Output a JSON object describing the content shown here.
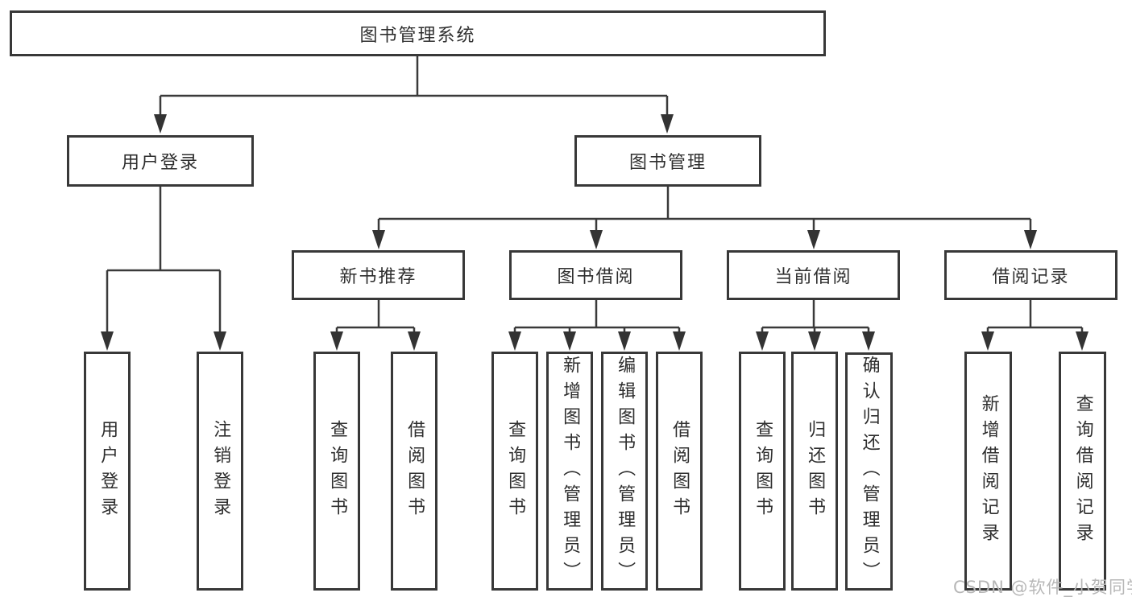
{
  "diagram_title": "图书管理系统",
  "tree": {
    "label": "图书管理系统",
    "children": [
      {
        "label": "用户登录",
        "children": [
          {
            "label": "用户登录"
          },
          {
            "label": "注销登录"
          }
        ]
      },
      {
        "label": "图书管理",
        "children": [
          {
            "label": "新书推荐",
            "children": [
              {
                "label": "查询图书"
              },
              {
                "label": "借阅图书"
              }
            ]
          },
          {
            "label": "图书借阅",
            "children": [
              {
                "label": "查询图书"
              },
              {
                "label": "新增图书（管理员）"
              },
              {
                "label": "编辑图书（管理员）"
              },
              {
                "label": "借阅图书"
              }
            ]
          },
          {
            "label": "当前借阅",
            "children": [
              {
                "label": "查询图书"
              },
              {
                "label": "归还图书"
              },
              {
                "label": "确认归还（管理员）"
              }
            ]
          },
          {
            "label": "借阅记录",
            "children": [
              {
                "label": "新增借阅记录"
              },
              {
                "label": "查询借阅记录"
              }
            ]
          }
        ]
      }
    ]
  },
  "watermark": "CSDN @软件_小贺同学",
  "colors": {
    "line": "#3a3a3a",
    "box_border": "#383838",
    "text": "#2e2e2e",
    "watermark": "#b7b7b7",
    "background": "#ffffff"
  }
}
